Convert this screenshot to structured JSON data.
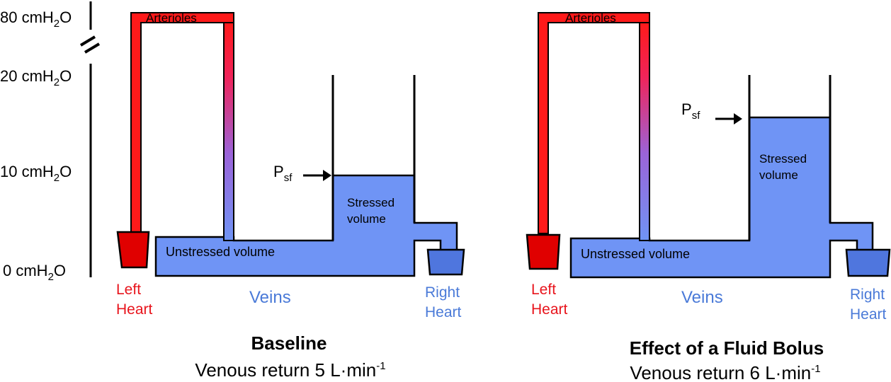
{
  "axis": {
    "labels": [
      {
        "main": "80 cmH",
        "sub": "2",
        "tail": "O"
      },
      {
        "main": "20 cmH",
        "sub": "2",
        "tail": "O"
      },
      {
        "main": "10 cmH",
        "sub": "2",
        "tail": "O"
      },
      {
        "main": "0 cmH",
        "sub": "2",
        "tail": "O"
      }
    ]
  },
  "panels": [
    {
      "arterioles": "Arterioles",
      "psf_main": "P",
      "psf_sub": "sf",
      "stressed_line1": "Stressed",
      "stressed_line2": "volume",
      "unstressed": "Unstressed volume",
      "left_line1": "Left",
      "left_line2": "Heart",
      "veins": "Veins",
      "right_line1": "Right",
      "right_line2": "Heart",
      "title": "Baseline",
      "subtitle_main": "Venous return 5 L·min",
      "subtitle_sup": "-1"
    },
    {
      "arterioles": "Arterioles",
      "psf_main": "P",
      "psf_sub": "sf",
      "stressed_line1": "Stressed",
      "stressed_line2": "volume",
      "unstressed": "Unstressed volume",
      "left_line1": "Left",
      "left_line2": "Heart",
      "veins": "Veins",
      "right_line1": "Right",
      "right_line2": "Heart",
      "title": "Effect of a Fluid Bolus",
      "subtitle_main": "Venous return 6 L·min",
      "subtitle_sup": "-1"
    }
  ],
  "colors": {
    "artery_red": "#ff1a1a",
    "vein_blue": "#6f94f5",
    "left_heart_label": "#e8141c",
    "vein_label": "#4a7ad8",
    "stroke": "#000000"
  }
}
